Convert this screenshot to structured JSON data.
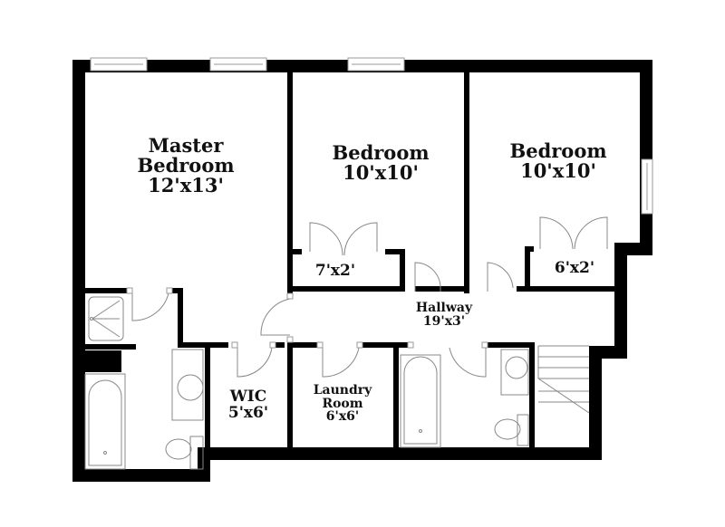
{
  "floorplan": {
    "colors": {
      "wall": "#000000",
      "fixture": "#8a8a8a",
      "background": "#ffffff",
      "text": "#111111"
    },
    "rooms": [
      {
        "id": "master-bedroom",
        "name_lines": [
          "Master",
          "Bedroom"
        ],
        "size": "12'x13'"
      },
      {
        "id": "bedroom-1",
        "name_lines": [
          "Bedroom"
        ],
        "size": "10'x10'"
      },
      {
        "id": "bedroom-2",
        "name_lines": [
          "Bedroom"
        ],
        "size": "10'x10'"
      },
      {
        "id": "closet-1",
        "name_lines": [],
        "size": "7'x2'"
      },
      {
        "id": "closet-2",
        "name_lines": [],
        "size": "6'x2'"
      },
      {
        "id": "hallway",
        "name_lines": [
          "Hallway"
        ],
        "size": "19'x3'"
      },
      {
        "id": "wic",
        "name_lines": [
          "WIC"
        ],
        "size": "5'x6'"
      },
      {
        "id": "laundry",
        "name_lines": [
          "Laundry",
          "Room"
        ],
        "size": "6'x6'"
      }
    ]
  }
}
